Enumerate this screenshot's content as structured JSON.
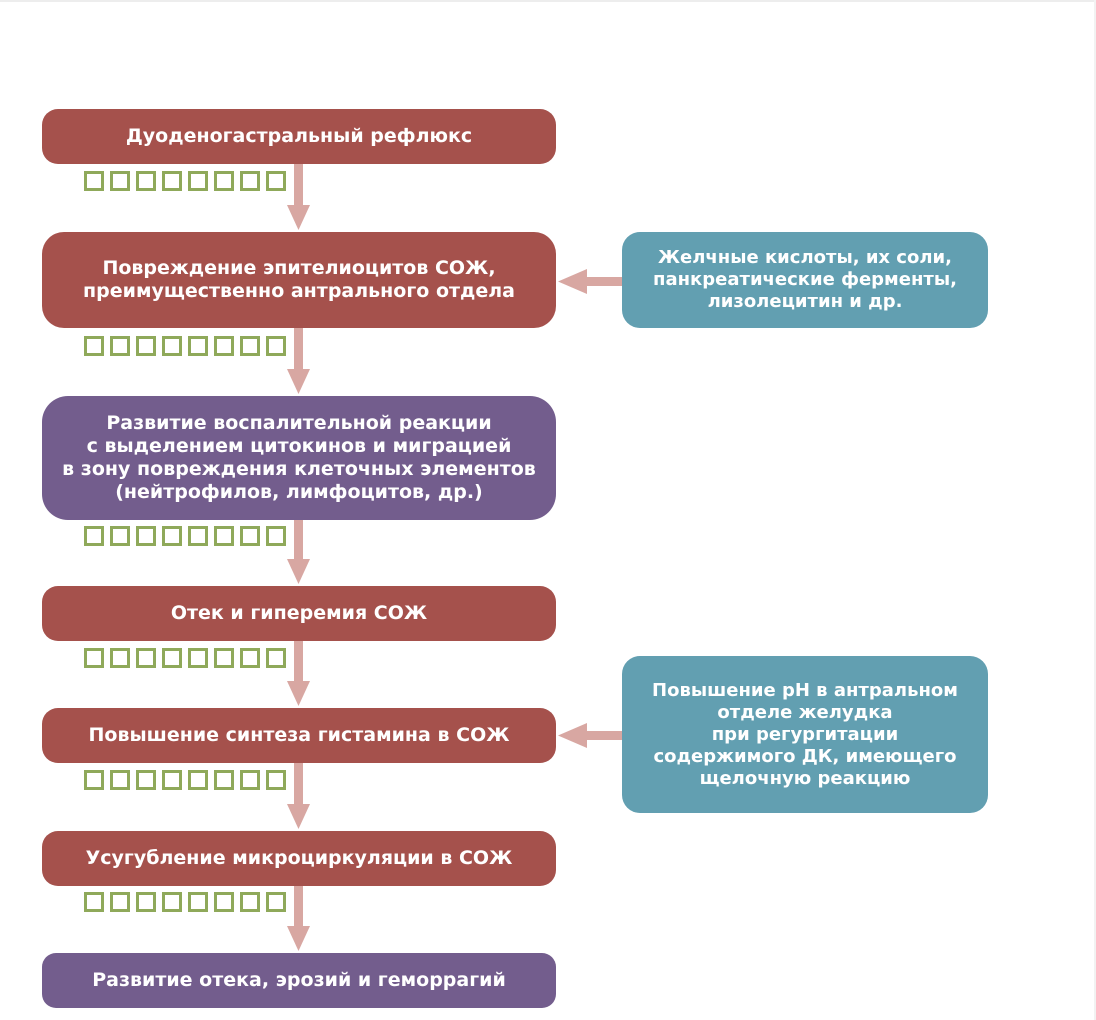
{
  "flow": {
    "steps": [
      "Дуоденогастральный рефлюкс",
      "Повреждение эпителиоцитов СОЖ,\nпреимущественно антрального отдела",
      "Развитие воспалительной реакции\nс выделением цитокинов и миграцией\nв зону повреждения клеточных элементов\n(нейтрофилов, лимфоцитов, др.)",
      "Отек и гиперемия СОЖ",
      "Повышение синтеза гистамина в СОЖ",
      "Усугубление микроциркуляции в СОЖ",
      "Развитие отека, эрозий и геморрагий"
    ],
    "causes": [
      "Желчные кислоты, их соли,\nпанкреатические ферменты,\nлизолецитин и др.",
      "Повышение pH в антральном\nотделе желудка\nпри регургитации\nсодержимого ДК, имеющего\nщелочную реакцию"
    ]
  },
  "colors": {
    "red": "#a5514c",
    "purple": "#735d8d",
    "teal": "#629fb1",
    "arrow": "#d8a7a2",
    "square": "#8fa95a"
  }
}
